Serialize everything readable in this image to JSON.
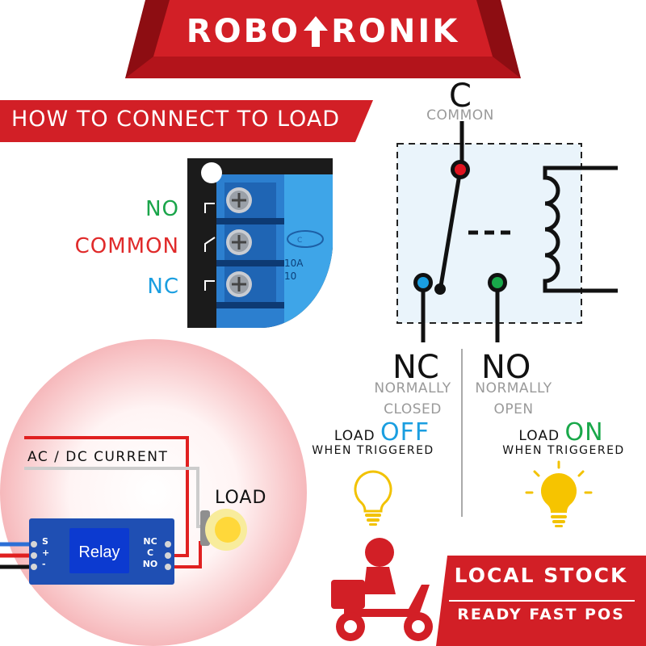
{
  "brand": {
    "left": "ROBO",
    "right": "RONIK",
    "color_red": "#d21f26",
    "color_dark": "#8d0d12"
  },
  "howto": {
    "title": "HOW TO CONNECT TO LOAD"
  },
  "terminal_labels": [
    {
      "text": "NO",
      "color": "#1aa54a"
    },
    {
      "text": "COMMON",
      "color": "#e02a2a"
    },
    {
      "text": "NC",
      "color": "#1a9ee0"
    }
  ],
  "terminal_block": {
    "rating_1": "10A",
    "rating_2": "10",
    "logo": "C"
  },
  "schematic": {
    "common": {
      "letter": "C",
      "word": "COMMON"
    },
    "nc": {
      "letter": "NC",
      "line1": "NORMALLY",
      "line2": "CLOSED"
    },
    "no": {
      "letter": "NO",
      "line1": "NORMALLY",
      "line2": "OPEN"
    },
    "colors": {
      "common": "#e0121f",
      "nc": "#1a9ee0",
      "no": "#19a84a"
    }
  },
  "load_off": {
    "prefix": "LOAD",
    "state": "OFF",
    "caption": "WHEN TRIGGERED",
    "state_color": "#1a9ee0"
  },
  "load_on": {
    "prefix": "LOAD",
    "state": "ON",
    "caption": "WHEN TRIGGERED",
    "state_color": "#19a84a"
  },
  "wiring": {
    "current_label": "AC / DC CURRENT",
    "load_label": "LOAD",
    "relay_label": "Relay",
    "pins_left": [
      "S",
      "+",
      "-"
    ],
    "pins_right": [
      "NC",
      "C",
      "NO"
    ]
  },
  "stock": {
    "line1": "LOCAL STOCK",
    "line2": "READY FAST POS"
  }
}
